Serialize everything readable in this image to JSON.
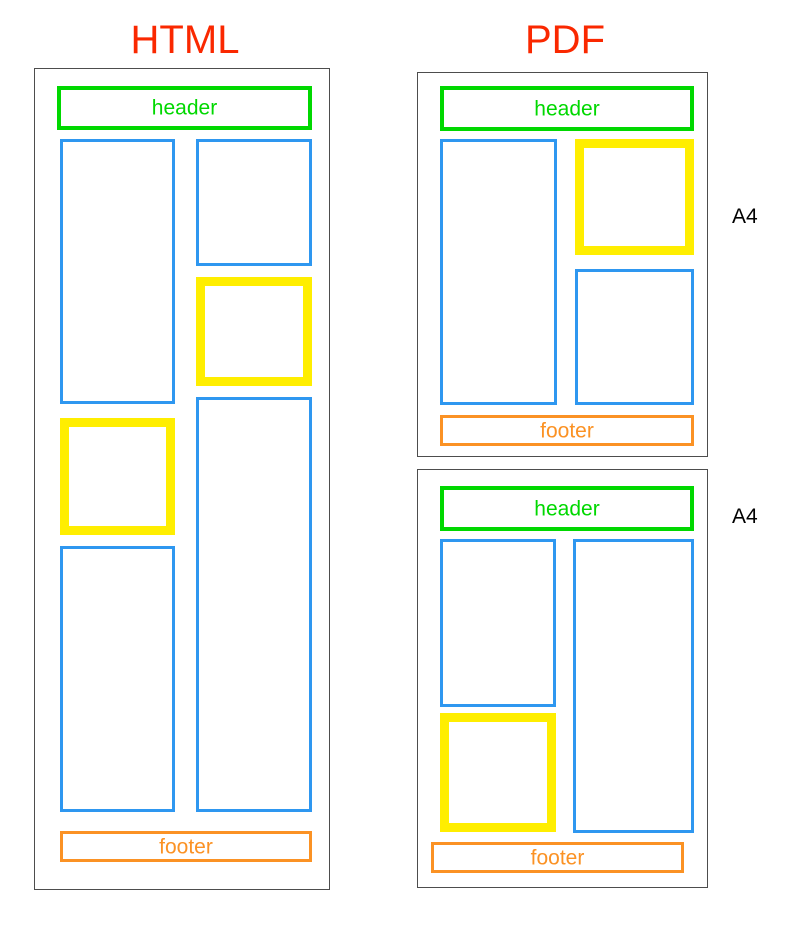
{
  "colors": {
    "title": "#fa2800",
    "header": "#00d800",
    "content": "#2e97f0",
    "highlight": "#ffee00",
    "footer": "#fb9224",
    "page_border": "#4d4d4d",
    "background": "#ffffff"
  },
  "titles": {
    "html": "HTML",
    "pdf": "PDF"
  },
  "labels": {
    "header": "header",
    "footer": "footer",
    "a4": "A4"
  },
  "diagram": {
    "type": "layout-comparison",
    "description": "Comparison of a continuous HTML page layout versus the same content paginated into two A4 PDF pages",
    "panels": [
      {
        "id": "html-panel",
        "title": "HTML",
        "page_count": 1,
        "pages": [
          {
            "id": "html-page",
            "size_label": "",
            "blocks": [
              {
                "role": "header",
                "label": "header",
                "color": "#00d800",
                "column": "full",
                "order": 1
              },
              {
                "role": "content",
                "label": "",
                "color": "#2e97f0",
                "column": "left",
                "order": 2
              },
              {
                "role": "content",
                "label": "",
                "color": "#2e97f0",
                "column": "right",
                "order": 3
              },
              {
                "role": "highlight",
                "label": "",
                "color": "#ffee00",
                "column": "right",
                "order": 4
              },
              {
                "role": "highlight",
                "label": "",
                "color": "#ffee00",
                "column": "left",
                "order": 5
              },
              {
                "role": "content",
                "label": "",
                "color": "#2e97f0",
                "column": "right",
                "order": 6
              },
              {
                "role": "content",
                "label": "",
                "color": "#2e97f0",
                "column": "left",
                "order": 7
              },
              {
                "role": "footer",
                "label": "footer",
                "color": "#fb9224",
                "column": "full",
                "order": 8
              }
            ]
          }
        ]
      },
      {
        "id": "pdf-panel",
        "title": "PDF",
        "page_count": 2,
        "pages": [
          {
            "id": "pdf-page-1",
            "size_label": "A4",
            "blocks": [
              {
                "role": "header",
                "label": "header",
                "color": "#00d800",
                "column": "full",
                "order": 1
              },
              {
                "role": "content",
                "label": "",
                "color": "#2e97f0",
                "column": "left",
                "order": 2
              },
              {
                "role": "highlight",
                "label": "",
                "color": "#ffee00",
                "column": "right",
                "order": 3
              },
              {
                "role": "content",
                "label": "",
                "color": "#2e97f0",
                "column": "right",
                "order": 4
              },
              {
                "role": "footer",
                "label": "footer",
                "color": "#fb9224",
                "column": "full",
                "order": 5
              }
            ]
          },
          {
            "id": "pdf-page-2",
            "size_label": "A4",
            "blocks": [
              {
                "role": "header",
                "label": "header",
                "color": "#00d800",
                "column": "full",
                "order": 1
              },
              {
                "role": "content",
                "label": "",
                "color": "#2e97f0",
                "column": "left",
                "order": 2
              },
              {
                "role": "content",
                "label": "",
                "color": "#2e97f0",
                "column": "right",
                "order": 3
              },
              {
                "role": "highlight",
                "label": "",
                "color": "#ffee00",
                "column": "left",
                "order": 4
              },
              {
                "role": "footer",
                "label": "footer",
                "color": "#fb9224",
                "column": "full",
                "order": 5
              }
            ]
          }
        ]
      }
    ]
  }
}
